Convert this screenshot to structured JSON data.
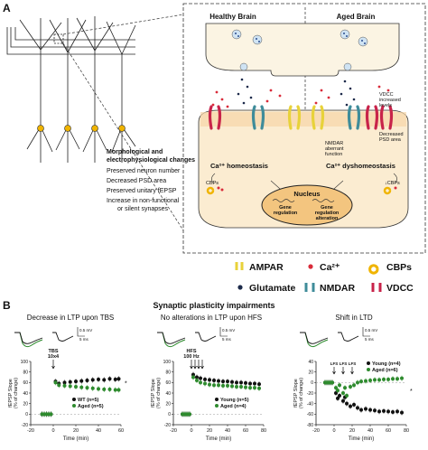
{
  "panel_a": {
    "letter": "A",
    "healthy_title": "Healthy Brain",
    "aged_title": "Aged Brain",
    "changes": {
      "title_line1": "Morphological and",
      "title_line2": "electrophysiological changes",
      "items": [
        "Preserved neuron number",
        "Decreased PSD area",
        "Preserved unitary fEPSP",
        "Increase in non-functional",
        "or silent synapses"
      ]
    },
    "healthy_homeostasis": "Ca²⁺ homeostasis",
    "aged_dyshomeostasis": "Ca²⁺ dyshomeostasis",
    "cbps_left": "CBPs",
    "cbps_right": "↓CBPs",
    "nmdar_aberrant": [
      "NMDAR",
      "aberrant",
      "function"
    ],
    "vdcc_increased": [
      "VDCC",
      "increased",
      "levels"
    ],
    "decreased_psd": [
      "Decreased",
      "PSD area"
    ],
    "nucleus": "Nucleus",
    "gene_reg_left": [
      "Gene",
      "regulation"
    ],
    "gene_reg_right": [
      "Gene",
      "regulation",
      "alteration"
    ],
    "legend": {
      "ampar": "AMPAR",
      "ca": "Ca²⁺",
      "cbps": "CBPs",
      "glutamate": "Glutamate",
      "nmdar": "NMDAR",
      "vdcc": "VDCC"
    },
    "colors": {
      "ampar": "#e8d23a",
      "nmdar": "#3f8c9a",
      "vdcc": "#c8234a",
      "ca": "#d92b3a",
      "glutamate": "#1c2a4a",
      "cbp": "#f0b400",
      "cytoplasm": "#fbecd1",
      "nucleus": "#f3c57f"
    }
  },
  "panel_b": {
    "letter": "B",
    "title": "Synaptic plasticity impairments",
    "scale_bar": {
      "mv": "0.5 mV",
      "ms": "5 ms"
    },
    "plots": [
      {
        "title": "Decrease in LTP upon TBS",
        "stim": [
          "TBS",
          "10x4"
        ],
        "ylabel": [
          "fEPSP Slope",
          "(% of change)"
        ],
        "xlabel": "Time (min)",
        "xticks": [
          "-20",
          "0",
          "20",
          "40",
          "60"
        ],
        "yticks": [
          "100",
          "80",
          "60",
          "40",
          "20",
          "0",
          "-20"
        ],
        "legend": [
          "WT (n=5)",
          "Aged (n=5)"
        ],
        "significance": "*"
      },
      {
        "title": "No alterations in LTP upon HFS",
        "stim": [
          "HFS",
          "100 Hz"
        ],
        "ylabel": [
          "fEPSP Slope",
          "(% of change)"
        ],
        "xlabel": "Time (min)",
        "xticks": [
          "-20",
          "0",
          "20",
          "40",
          "60",
          "80"
        ],
        "yticks": [
          "100",
          "80",
          "60",
          "40",
          "20",
          "0",
          "-20"
        ],
        "legend": [
          "Young (n=5)",
          "Aged (n=4)"
        ]
      },
      {
        "title": "Shift in LTD",
        "stim": [
          "LFS",
          "LFS",
          "LFS"
        ],
        "ylabel": [
          "fEPSP Slope",
          "(% of change)"
        ],
        "xlabel": "Time (min)",
        "xticks": [
          "-20",
          "0",
          "20",
          "40",
          "60",
          "80"
        ],
        "yticks": [
          "40",
          "20",
          "0",
          "-20",
          "-40",
          "-60",
          "-80"
        ],
        "legend": [
          "Young (n=4)",
          "Aged (n=6)"
        ],
        "significance": "*"
      }
    ]
  },
  "chart_data": [
    {
      "type": "scatter",
      "title": "Decrease in LTP upon TBS",
      "xlabel": "Time (min)",
      "ylabel": "fEPSP Slope (% of change)",
      "xlim": [
        -20,
        60
      ],
      "ylim": [
        -20,
        100
      ],
      "series": [
        {
          "name": "WT (n=5)",
          "color": "#111111",
          "x": [
            -10,
            -8,
            -6,
            -4,
            -2,
            2,
            5,
            10,
            15,
            20,
            25,
            30,
            35,
            40,
            45,
            50,
            55,
            58
          ],
          "y": [
            0,
            0,
            0,
            0,
            0,
            62,
            58,
            60,
            61,
            62,
            63,
            64,
            65,
            66,
            65,
            67,
            66,
            67
          ]
        },
        {
          "name": "Aged (n=5)",
          "color": "#2e8b2e",
          "x": [
            -10,
            -8,
            -6,
            -4,
            -2,
            2,
            5,
            10,
            15,
            20,
            25,
            30,
            35,
            40,
            45,
            50,
            55,
            58
          ],
          "y": [
            0,
            0,
            0,
            0,
            0,
            60,
            55,
            54,
            53,
            52,
            51,
            50,
            49,
            48,
            47,
            47,
            46,
            46
          ]
        }
      ]
    },
    {
      "type": "scatter",
      "title": "No alterations in LTP upon HFS",
      "xlabel": "Time (min)",
      "ylabel": "fEPSP Slope (% of change)",
      "xlim": [
        -20,
        80
      ],
      "ylim": [
        -20,
        100
      ],
      "series": [
        {
          "name": "Young (n=5)",
          "color": "#111111",
          "x": [
            -10,
            -8,
            -6,
            -4,
            -2,
            2,
            6,
            10,
            15,
            20,
            25,
            30,
            35,
            40,
            45,
            50,
            55,
            60,
            65,
            70,
            75
          ],
          "y": [
            0,
            0,
            0,
            0,
            0,
            75,
            70,
            68,
            66,
            65,
            64,
            63,
            62,
            62,
            61,
            60,
            60,
            59,
            58,
            58,
            57
          ]
        },
        {
          "name": "Aged (n=4)",
          "color": "#2e8b2e",
          "x": [
            -10,
            -8,
            -6,
            -4,
            -2,
            2,
            6,
            10,
            15,
            20,
            25,
            30,
            35,
            40,
            45,
            50,
            55,
            60,
            65,
            70,
            75
          ],
          "y": [
            0,
            0,
            0,
            0,
            0,
            70,
            64,
            60,
            58,
            56,
            55,
            55,
            54,
            54,
            53,
            52,
            52,
            51,
            50,
            50,
            49
          ]
        }
      ]
    },
    {
      "type": "scatter",
      "title": "Shift in LTD",
      "xlabel": "Time (min)",
      "ylabel": "fEPSP Slope (% of change)",
      "xlim": [
        -20,
        80
      ],
      "ylim": [
        -80,
        40
      ],
      "series": [
        {
          "name": "Young (n=4)",
          "color": "#111111",
          "x": [
            -10,
            -8,
            -6,
            -4,
            -2,
            2,
            4,
            6,
            10,
            12,
            14,
            18,
            22,
            26,
            30,
            35,
            40,
            45,
            50,
            55,
            60,
            65,
            70,
            75
          ],
          "y": [
            0,
            0,
            0,
            0,
            0,
            -20,
            -30,
            -25,
            -35,
            -28,
            -40,
            -45,
            -42,
            -48,
            -52,
            -50,
            -52,
            -53,
            -55,
            -54,
            -55,
            -56,
            -55,
            -57
          ]
        },
        {
          "name": "Aged (n=6)",
          "color": "#2e8b2e",
          "x": [
            -10,
            -8,
            -6,
            -4,
            -2,
            2,
            4,
            6,
            10,
            12,
            14,
            18,
            22,
            26,
            30,
            35,
            40,
            45,
            50,
            55,
            60,
            65,
            70,
            75
          ],
          "y": [
            0,
            0,
            0,
            0,
            0,
            -10,
            -15,
            -5,
            -20,
            -10,
            -25,
            -8,
            -5,
            0,
            2,
            3,
            4,
            5,
            5,
            6,
            6,
            7,
            7,
            8
          ]
        }
      ]
    }
  ]
}
